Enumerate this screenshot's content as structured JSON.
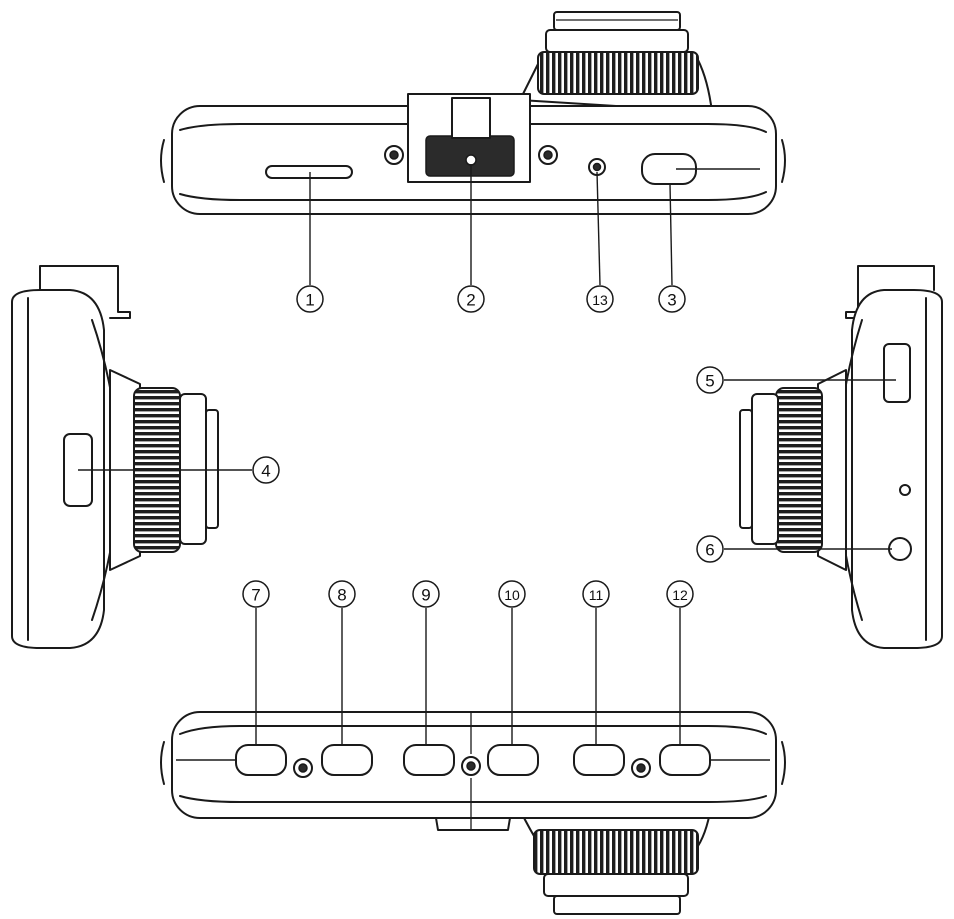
{
  "callouts": [
    {
      "id": "1",
      "label": "1"
    },
    {
      "id": "2",
      "label": "2"
    },
    {
      "id": "13",
      "label": "13"
    },
    {
      "id": "3",
      "label": "3"
    },
    {
      "id": "4",
      "label": "4"
    },
    {
      "id": "5",
      "label": "5"
    },
    {
      "id": "6",
      "label": "6"
    },
    {
      "id": "7",
      "label": "7"
    },
    {
      "id": "8",
      "label": "8"
    },
    {
      "id": "9",
      "label": "9"
    },
    {
      "id": "10",
      "label": "10"
    },
    {
      "id": "11",
      "label": "11"
    },
    {
      "id": "12",
      "label": "12"
    }
  ]
}
